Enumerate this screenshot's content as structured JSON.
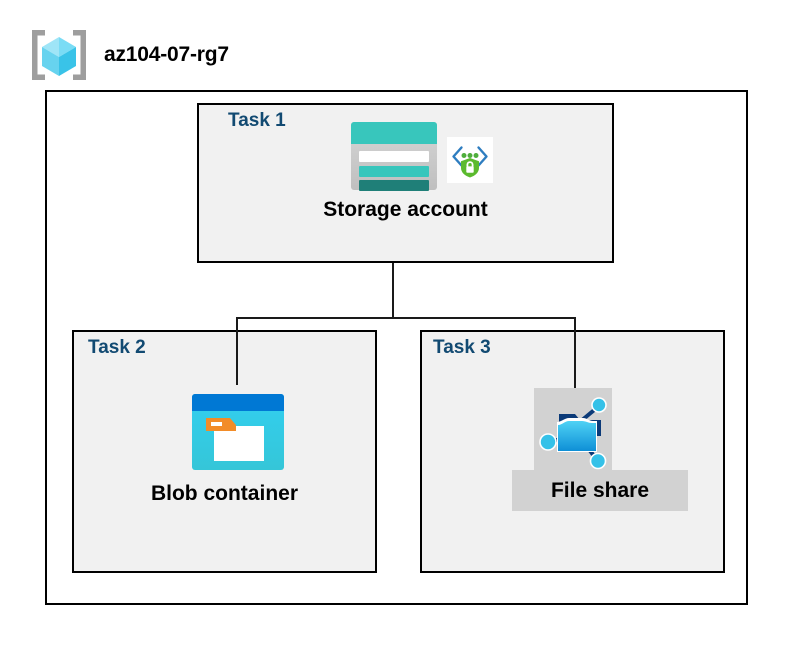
{
  "header": {
    "icon": "resource-group-cube-icon",
    "title": "az104-07-rg7"
  },
  "diagram": {
    "type": "azure-architecture-hierarchy",
    "boundary_name": "resource-group-boundary",
    "colors": {
      "task_label": "#124A72",
      "task_box_fill": "#F1F1F1",
      "box_border": "#000000",
      "connector": "#1A1A1A",
      "highlight": "#D2D2D2",
      "storage_teal": "#38C6BC",
      "storage_teal_dark": "#1F7F78",
      "blob_blue": "#0078D4",
      "blob_cyan": "#32CFF0",
      "blob_orange": "#F28C28",
      "fileshare_cyan": "#35C1E8",
      "fileshare_navy": "#0B3A78",
      "shield_green": "#5BBA2E",
      "bracket_blue": "#2E7DC0",
      "cube_cyan": "#5AD3F0"
    },
    "nodes": [
      {
        "id": "task1",
        "task_label": "Task 1",
        "node_label": "Storage account",
        "icons": [
          "storage-account-icon",
          "secure-endpoint-shield-icon"
        ],
        "highlighted": false
      },
      {
        "id": "task2",
        "task_label": "Task 2",
        "node_label": "Blob container",
        "icons": [
          "blob-container-icon"
        ],
        "highlighted": false
      },
      {
        "id": "task3",
        "task_label": "Task 3",
        "node_label": "File share",
        "icons": [
          "file-share-icon"
        ],
        "highlighted": true
      }
    ],
    "edges": [
      {
        "from": "task1",
        "to": "task2"
      },
      {
        "from": "task1",
        "to": "task3"
      }
    ]
  }
}
